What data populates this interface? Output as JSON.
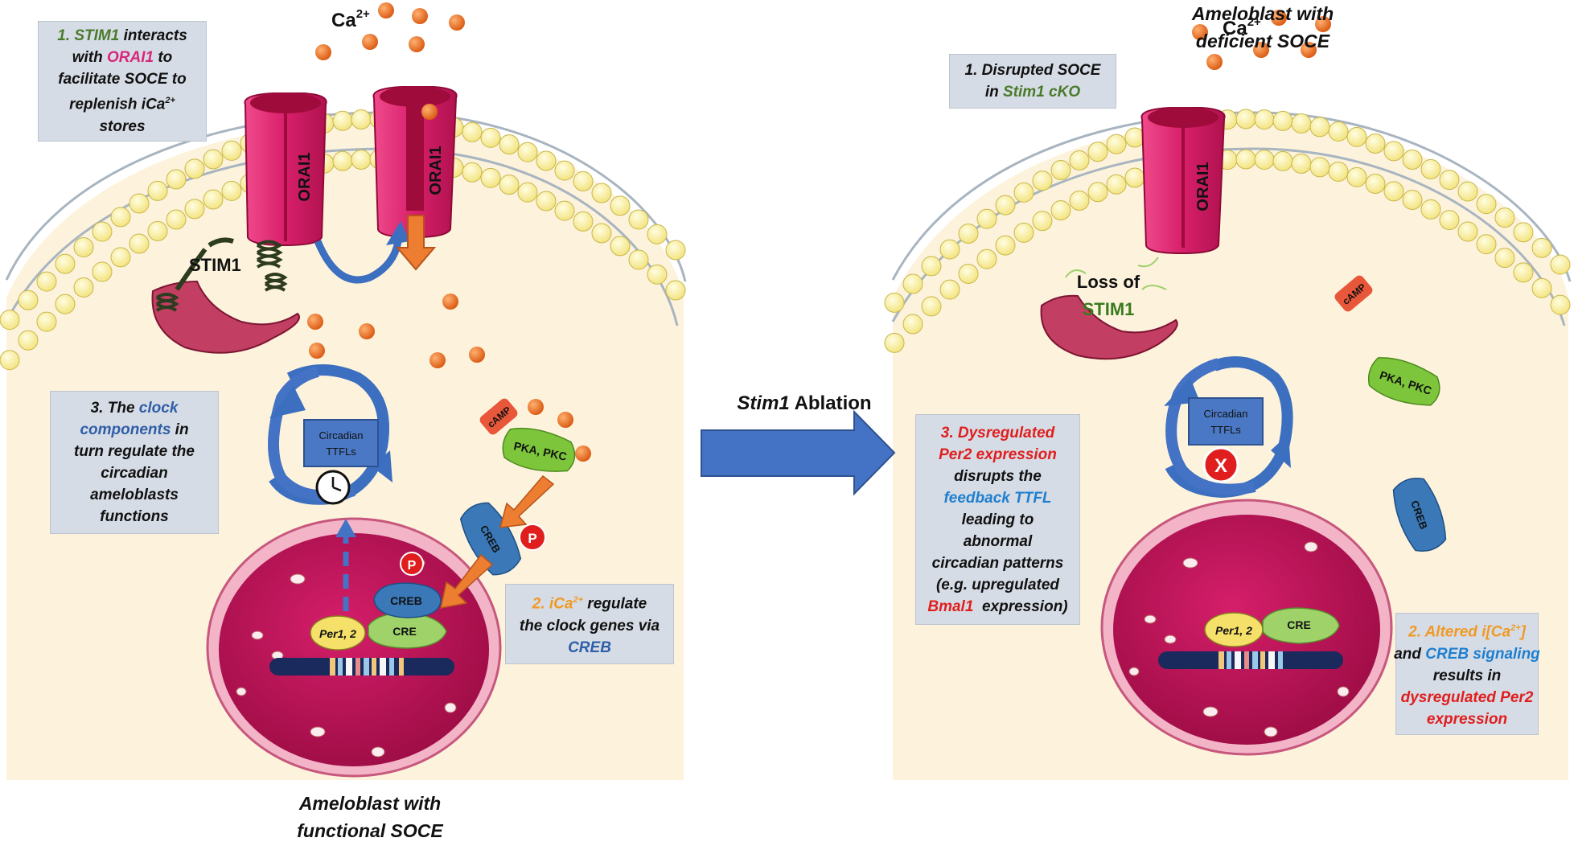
{
  "calcium_label": "Ca",
  "calcium_sup": "2+",
  "orai1_label": "ORAI1",
  "stim1_label": "STIM1",
  "loss_of_label": "Loss of",
  "loss_stim1_label": "STIM1",
  "circadian_label": [
    "Circadian",
    "TTFLs"
  ],
  "camp_label": "cAMP",
  "pka_label": "PKA, PKC",
  "creb_label": "CREB",
  "cre_label": "CRE",
  "per_label": "Per1, 2",
  "phospho_label": "P",
  "blocked_label": "X",
  "ablation": {
    "gene": "Stim1",
    "word": "Ablation"
  },
  "left_box1": {
    "num": "1.",
    "stim1": "STIM1",
    "interacts": "interacts",
    "with": "with",
    "orai1": "ORAI1",
    "to": "to",
    "line3": "facilitate SOCE to",
    "replenish": "replenish iCa",
    "sup": "2+",
    "line5": "stores"
  },
  "left_box2": {
    "num": "2. iCa",
    "sup": "2+",
    "regulate": "regulate",
    "line2": "the clock genes via",
    "creb": "CREB"
  },
  "left_box3": {
    "num": "3. The",
    "clock": "clock",
    "components": "components",
    "in": "in",
    "line3": "turn regulate the",
    "line4": "circadian",
    "line5": "ameloblasts",
    "line6": "functions"
  },
  "right_box1": {
    "line1": "1. Disrupted SOCE",
    "in": "in",
    "stim1cko": "Stim1 cKO"
  },
  "right_box2": {
    "num": "2. Altered i[Ca",
    "sup": "2+",
    "close": "]",
    "and": "and",
    "creb": "CREB signaling",
    "line3": "results in",
    "line4": "dysregulated Per2",
    "line5": "expression"
  },
  "right_box3": {
    "line1": "3. Dysregulated",
    "line2": "Per2 expression",
    "line3": "disrupts the",
    "feedback": "feedback TTFL",
    "line5": "leading to",
    "line6": "abnormal",
    "line7": "circadian patterns",
    "line8": "(e.g. upregulated",
    "bmal1": "Bmal1",
    "expression": "expression)"
  },
  "caption_left": [
    "Ameloblast with",
    "functional SOCE"
  ],
  "caption_right": [
    "Ameloblast with",
    "deficient SOCE"
  ],
  "colors": {
    "cytoplasm": "#fdf3dc",
    "lipid_head": "#fbf2a8",
    "membrane_line": "#9aa7b3",
    "orai": "#d81f6a",
    "orai_dark": "#9f0b3b",
    "nucleus": "#c4145a",
    "nuclear_env": "#f2b4c6",
    "calcium": "#ef6c1e",
    "arrow_blue": "#4472c4",
    "arrow_orange": "#ed7d31",
    "creb": "#3a78b8",
    "pka": "#7dc53a",
    "camp": "#e8573a"
  }
}
